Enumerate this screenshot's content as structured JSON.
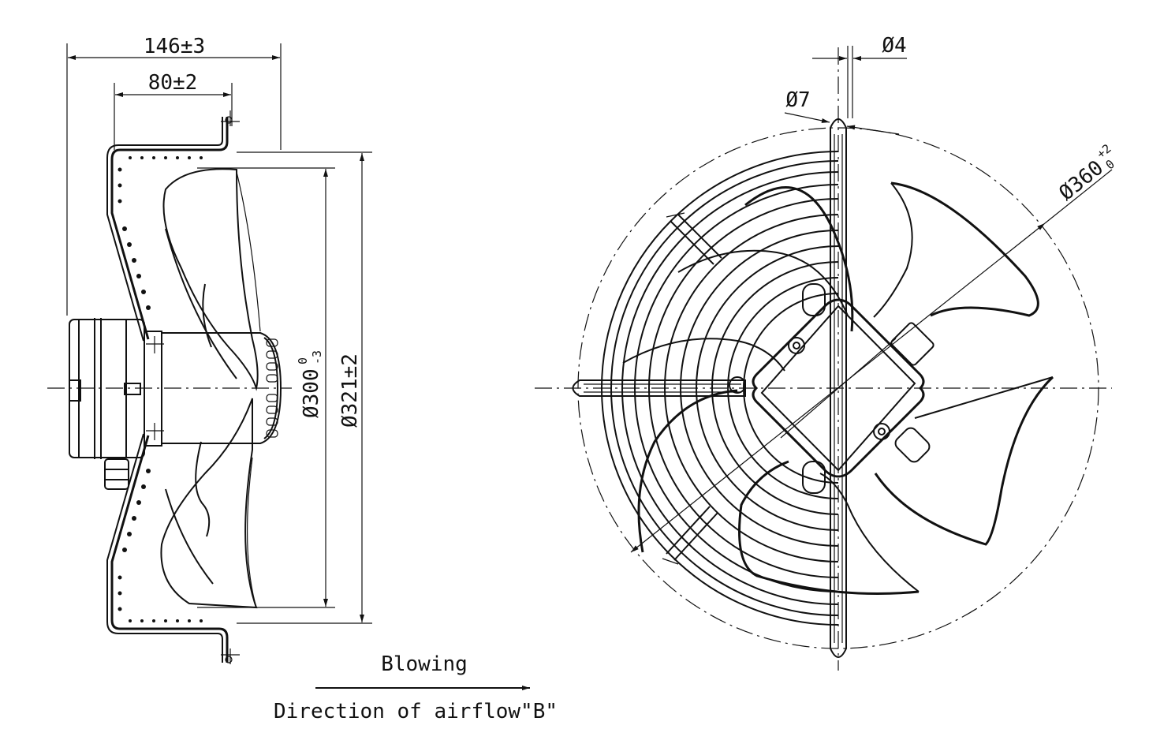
{
  "side_view": {
    "dim_overall_depth": "146±3",
    "dim_bracket_depth": "80±2",
    "dim_blade_dia": "Ø300",
    "dim_blade_dia_tol_upper": "0",
    "dim_blade_dia_tol_lower": "-3",
    "dim_guard_dia": "Ø321±2"
  },
  "front_view": {
    "dim_hole_4": "Ø4",
    "dim_hole_7": "Ø7",
    "dim_outer_dia": "Ø360",
    "dim_outer_tol_upper": "+2",
    "dim_outer_tol_lower": "0"
  },
  "airflow": {
    "label_blowing": "Blowing",
    "label_direction": "Direction of airflow\"B\""
  }
}
